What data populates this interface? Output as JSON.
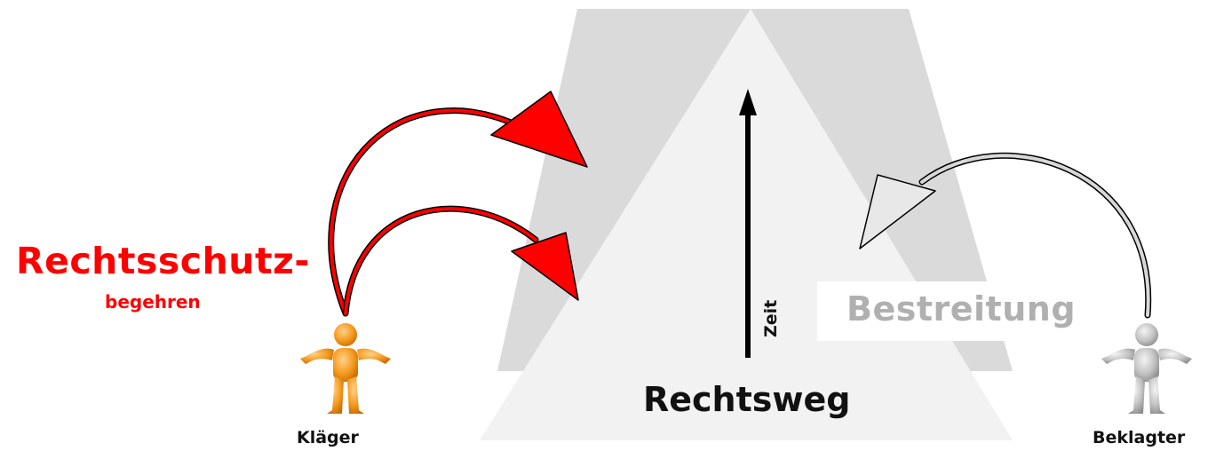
{
  "labels": {
    "rechtsschutz": "Rechtsschutz-",
    "begehren": "begehren",
    "klaeger": "Kläger",
    "beklagter": "Beklagter",
    "rechtsweg": "Rechtsweg",
    "zeit": "Zeit",
    "bestreitung": "Bestreitung"
  },
  "colors": {
    "claim_arrow": "#ff0000",
    "defense_arrow": "#d8d8d8",
    "trapezoid": "#dadada",
    "triangle": "#f2f2f2",
    "plaintiff_figure": "#f59a1e",
    "defendant_figure": "#bdbdbd"
  }
}
